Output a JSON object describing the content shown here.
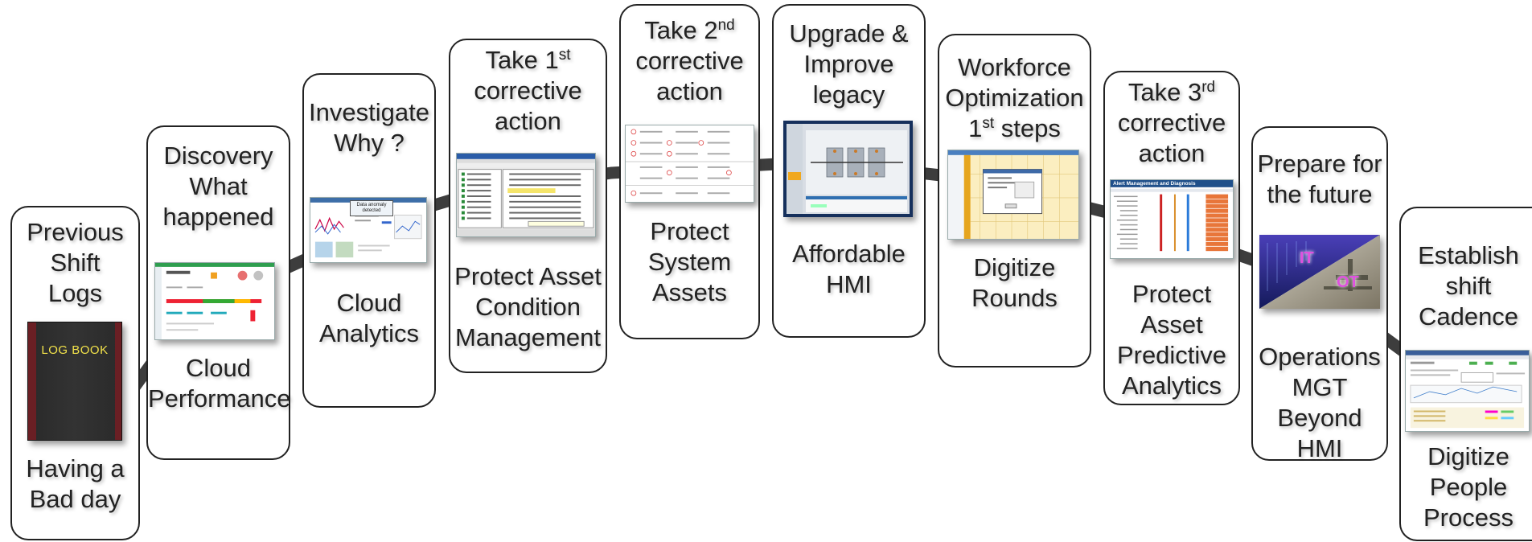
{
  "stages": [
    {
      "id": "previous-shift-logs",
      "top_lines": [
        "Previous",
        "Shift",
        "Logs"
      ],
      "bottom_lines": [
        "Having a",
        "Bad day"
      ],
      "image": "log-book",
      "image_text": "LOG BOOK"
    },
    {
      "id": "discovery",
      "top_lines": [
        "Discovery",
        "What",
        "happened"
      ],
      "bottom_lines": [
        "Cloud",
        "Performance"
      ],
      "image": "dashboard-screenshot"
    },
    {
      "id": "investigate",
      "top_lines": [
        "Investigate",
        "Why ?"
      ],
      "bottom_lines": [
        "Cloud",
        "Analytics"
      ],
      "image": "analytics-screenshot",
      "image_text": "Data anomaly detected"
    },
    {
      "id": "first-corrective",
      "top_lines": [
        {
          "pre": "Take 1",
          "sup": "st"
        },
        "corrective",
        "action"
      ],
      "bottom_lines": [
        "Protect Asset",
        "Condition",
        "Management"
      ],
      "image": "condition-manager-screenshot"
    },
    {
      "id": "second-corrective",
      "top_lines": [
        {
          "pre": "Take 2",
          "sup": "nd"
        },
        "corrective",
        "action"
      ],
      "bottom_lines": [
        "Protect",
        "System",
        "Assets"
      ],
      "image": "system-assets-screenshot"
    },
    {
      "id": "upgrade-legacy",
      "top_lines": [
        "Upgrade &",
        "Improve",
        "legacy"
      ],
      "bottom_lines": [
        "Affordable",
        "HMI"
      ],
      "image": "hmi-screenshot"
    },
    {
      "id": "workforce-optimization",
      "top_lines": [
        "Workforce",
        "Optimization",
        {
          "pre": "1",
          "sup": "st",
          "post": " steps"
        }
      ],
      "bottom_lines": [
        "Digitize",
        "Rounds"
      ],
      "image": "rounds-screenshot"
    },
    {
      "id": "third-corrective",
      "top_lines": [
        {
          "pre": "Take 3",
          "sup": "rd"
        },
        "corrective",
        "action"
      ],
      "bottom_lines": [
        "Protect",
        "Asset",
        "Predictive",
        "Analytics"
      ],
      "image": "alert-management-screenshot",
      "image_text": "Alert Management and Diagnosis"
    },
    {
      "id": "prepare-future",
      "top_lines": [
        "Prepare for",
        "the future"
      ],
      "bottom_lines": [
        "Operations",
        "MGT",
        "Beyond",
        "HMI"
      ],
      "image": "it-ot-image",
      "image_labels": [
        "IT",
        "OT"
      ]
    },
    {
      "id": "shift-cadence",
      "top_lines": [
        "Establish",
        "shift",
        "Cadence"
      ],
      "bottom_lines": [
        "Digitize",
        "People",
        "Process"
      ],
      "image": "shift-dashboard-screenshot"
    }
  ],
  "colors": {
    "card_border": "#222222",
    "connector": "#3d3d3d",
    "text": "#222222",
    "logbook_text": "#f2e24a"
  }
}
